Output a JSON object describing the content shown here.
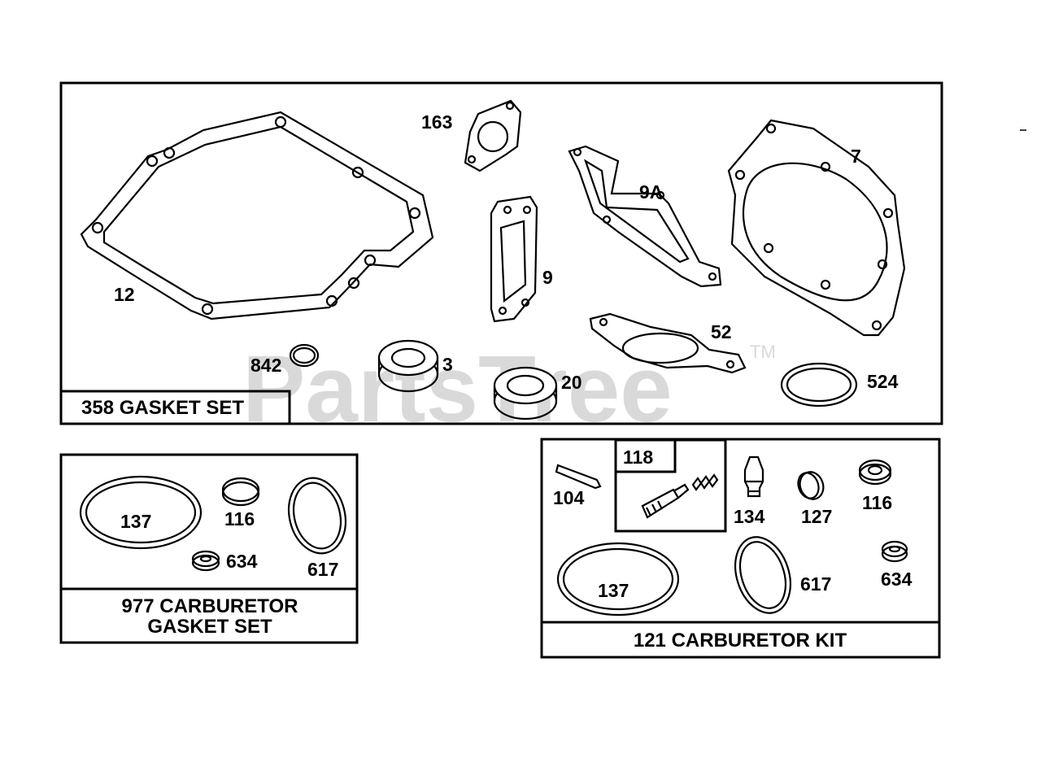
{
  "watermark": {
    "text": "PartsTree",
    "trademark": "TM"
  },
  "kits": {
    "gasket_set": {
      "title": "358 GASKET SET",
      "parts": {
        "p12": "12",
        "p163": "163",
        "p9": "9",
        "p9a": "9A",
        "p7": "7",
        "p52": "52",
        "p842": "842",
        "p3": "3",
        "p20": "20",
        "p524": "524"
      }
    },
    "carb_gasket_set": {
      "title_line1": "977 CARBURETOR",
      "title_line2": "GASKET SET",
      "parts": {
        "p137": "137",
        "p116": "116",
        "p617": "617",
        "p634": "634"
      }
    },
    "carb_kit": {
      "title": "121 CARBURETOR KIT",
      "subkit": "118",
      "parts": {
        "p104": "104",
        "p134": "134",
        "p127": "127",
        "p116": "116",
        "p137": "137",
        "p617": "617",
        "p634": "634"
      }
    }
  }
}
